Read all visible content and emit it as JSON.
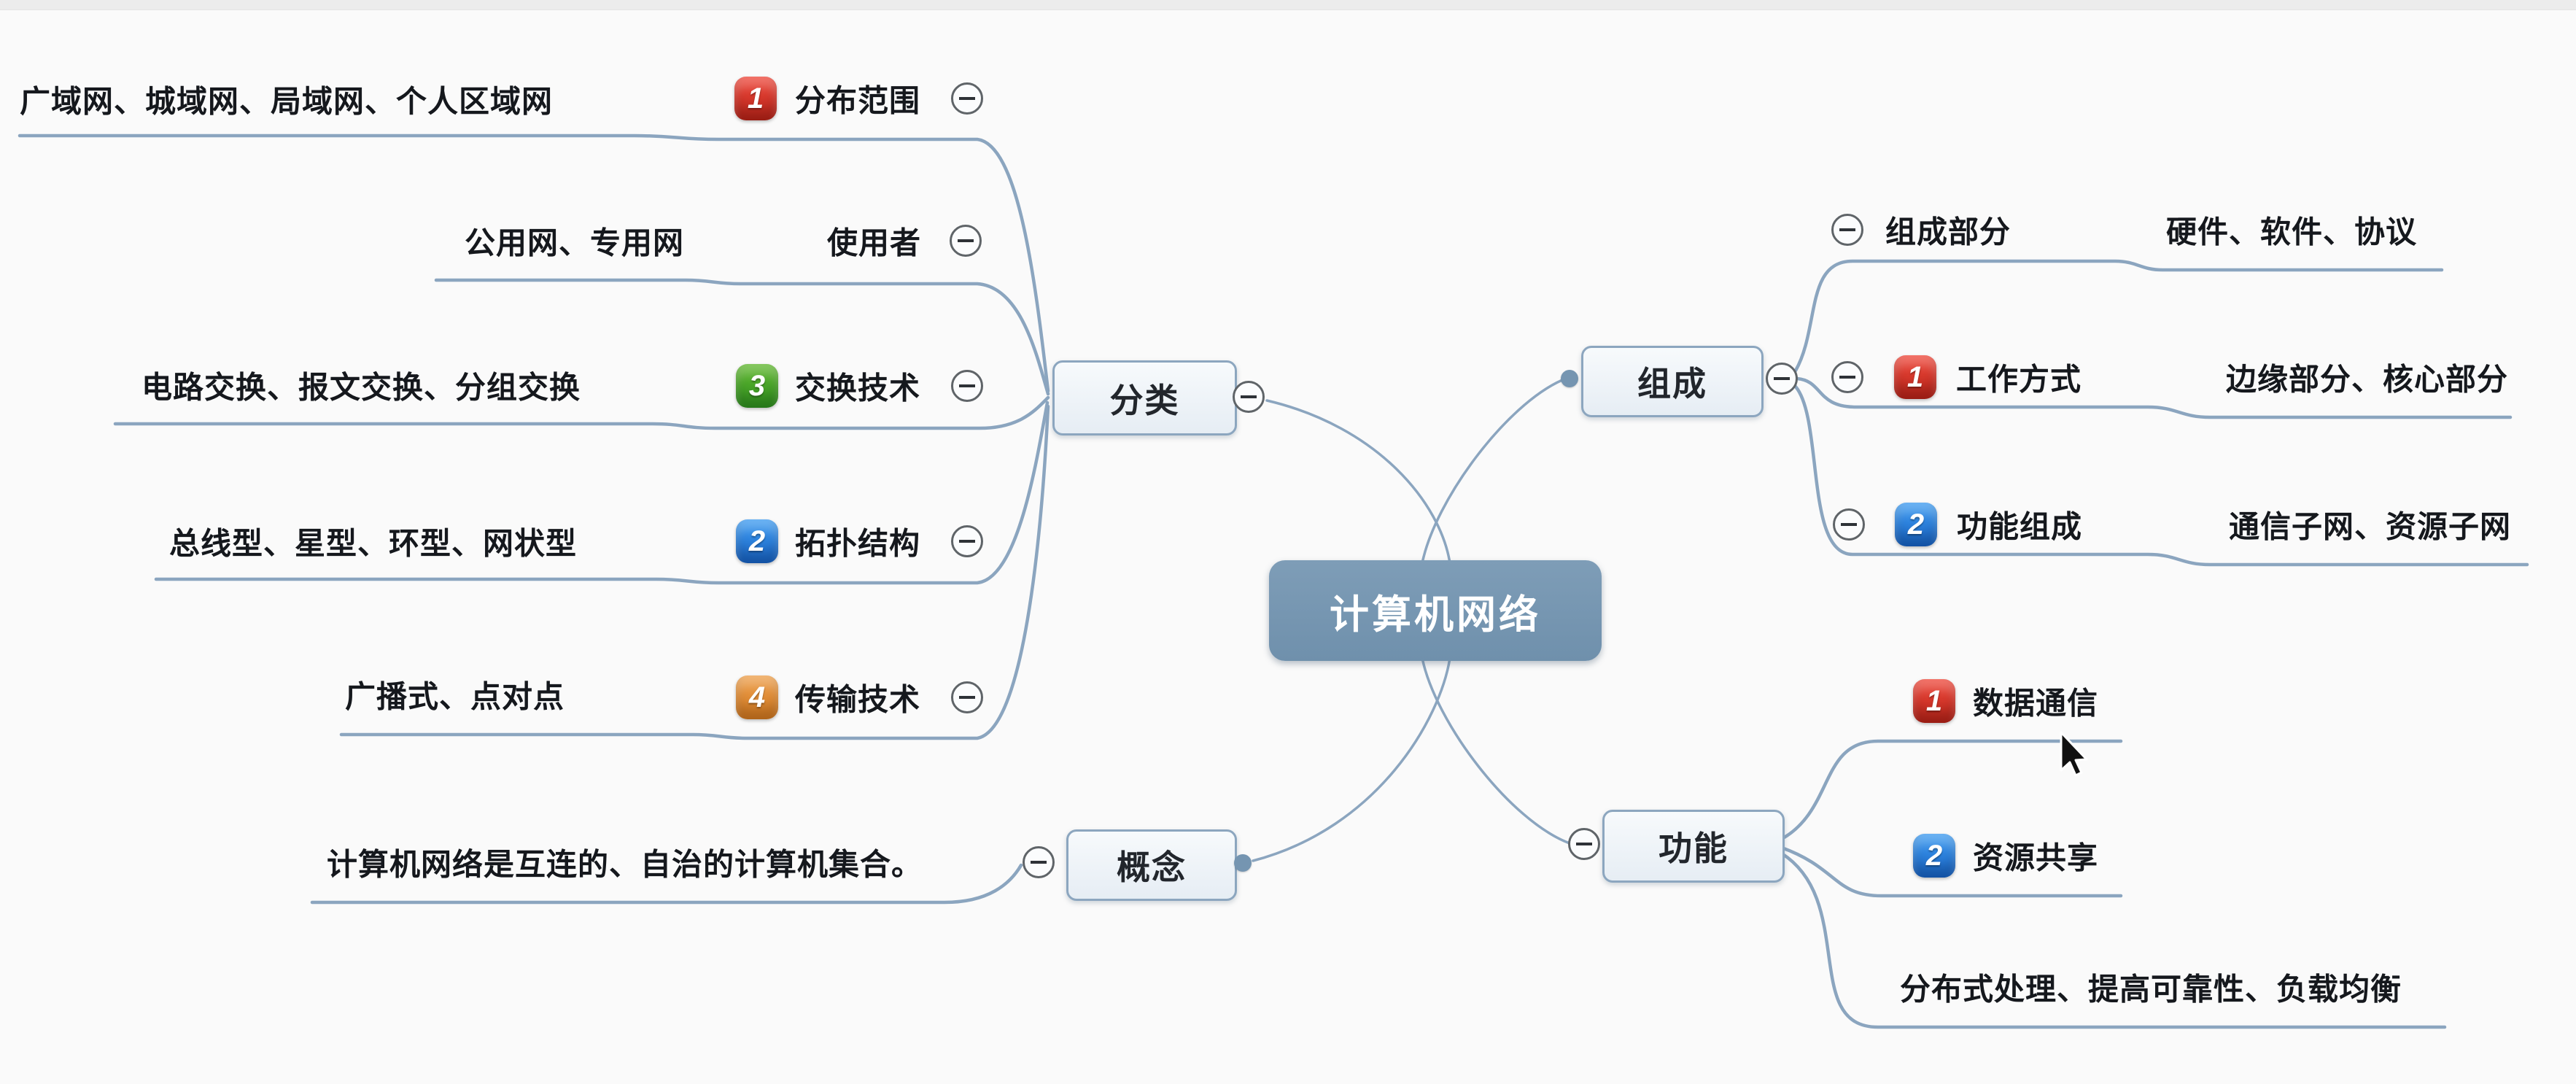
{
  "root": {
    "label": "计算机网络",
    "fill": "#7595b1",
    "text_color": "#ffffff"
  },
  "branches": [
    {
      "label": "分类",
      "children": [
        {
          "label": "分布范围",
          "value": "广域网、城域网、局域网、个人区域网",
          "badge": {
            "number": "1",
            "color": "red"
          }
        },
        {
          "label": "使用者",
          "value": "公用网、专用网"
        },
        {
          "label": "交换技术",
          "value": "电路交换、报文交换、分组交换",
          "badge": {
            "number": "3",
            "color": "green"
          }
        },
        {
          "label": "拓扑结构",
          "value": "总线型、星型、环型、网状型",
          "badge": {
            "number": "2",
            "color": "blue"
          }
        },
        {
          "label": "传输技术",
          "value": "广播式、点对点",
          "badge": {
            "number": "4",
            "color": "orange"
          }
        }
      ]
    },
    {
      "label": "组成",
      "children": [
        {
          "label": "组成部分",
          "value": "硬件、软件、协议"
        },
        {
          "label": "工作方式",
          "value": "边缘部分、核心部分",
          "badge": {
            "number": "1",
            "color": "red"
          }
        },
        {
          "label": "功能组成",
          "value": "通信子网、资源子网",
          "badge": {
            "number": "2",
            "color": "blue"
          }
        }
      ]
    },
    {
      "label": "功能",
      "children": [
        {
          "label": "数据通信",
          "badge": {
            "number": "1",
            "color": "red"
          }
        },
        {
          "label": "资源共享",
          "badge": {
            "number": "2",
            "color": "blue"
          }
        },
        {
          "label": "分布式处理、提高可靠性、负载均衡"
        }
      ]
    },
    {
      "label": "概念",
      "children": [
        {
          "label": "计算机网络是互连的、自治的计算机集合。"
        }
      ]
    }
  ],
  "badge_palette": {
    "red": [
      "#ee4b3e",
      "#bb2318"
    ],
    "green": [
      "#63b832",
      "#2f921f"
    ],
    "blue": [
      "#419df0",
      "#1764c8"
    ],
    "orange": [
      "#eda14f",
      "#d5791f"
    ]
  },
  "line_color": "#8ba5bf",
  "background_color": "#fafafa",
  "collapse_icon": "minus-circle"
}
